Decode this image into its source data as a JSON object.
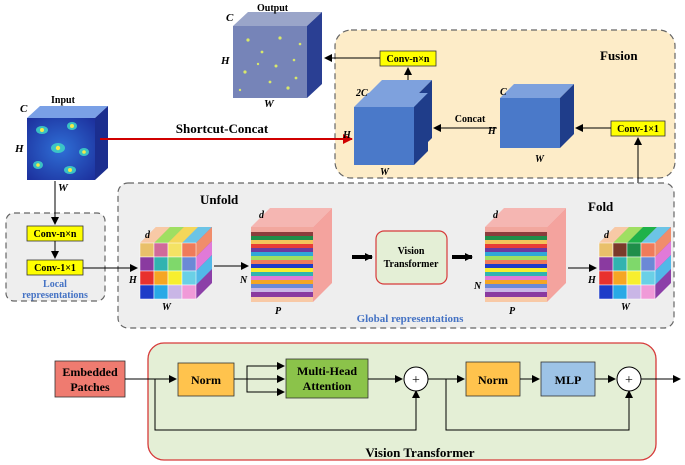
{
  "colors": {
    "fusion_bg": "#fdecc8",
    "panel_dash": "#666666",
    "yellow_box": "#ffff00",
    "blue_cube_front": "#4a79c9",
    "blue_cube_top": "#7ea1dd",
    "blue_cube_side": "#1f3d8a",
    "shortcut_arrow": "#d00000",
    "vt_bg": "#e4efd6",
    "vt_border": "#d63a3a",
    "embedded_fill": "#ef7b70",
    "norm_fill": "#ffc34d",
    "mha_fill": "#8bc34a",
    "mlp_fill": "#9dc3e6",
    "global_label": "#4472c4",
    "local_label": "#4472c4"
  },
  "top": {
    "output_label": "Output",
    "input_label": "Input",
    "c_output": "C",
    "h_output": "H",
    "w_output": "W",
    "c_input": "C",
    "h_input": "H",
    "w_input": "W",
    "shortcut_label": "Shortcut-Concat",
    "fusion_title": "Fusion",
    "conv_out": "Conv-n×n",
    "conv_fusion_1x1": "Conv-1×1",
    "concat_label": "Concat",
    "c2_label": "2C",
    "c_small": "C",
    "h_fuse_big": "H",
    "w_fuse_big": "W",
    "h_fuse_small": "H",
    "w_fuse_small": "W"
  },
  "middle": {
    "unfold_title": "Unfold",
    "fold_title": "Fold",
    "vt_box_line1": "Vision",
    "vt_box_line2": "Transformer",
    "global_repr": "Global representations",
    "local_conv_nn": "Conv-n×n",
    "local_conv_11": "Conv-1×1",
    "local_repr_line1": "Local",
    "local_repr_line2": "representations",
    "grid_d": "d",
    "grid_h": "H",
    "grid_w": "W",
    "stack_d": "d",
    "stack_n": "N",
    "stack_p": "P",
    "stack2_d": "d",
    "stack2_n": "N",
    "stack2_p": "P",
    "grid2_d": "d",
    "grid2_h": "H",
    "grid2_w": "W"
  },
  "bottom": {
    "embedded_line1": "Embedded",
    "embedded_line2": "Patches",
    "norm1": "Norm",
    "mha_line1": "Multi-Head",
    "mha_line2": "Attention",
    "plus1": "+",
    "norm2": "Norm",
    "mlp": "MLP",
    "plus2": "+",
    "vt_title": "Vision Transformer"
  }
}
